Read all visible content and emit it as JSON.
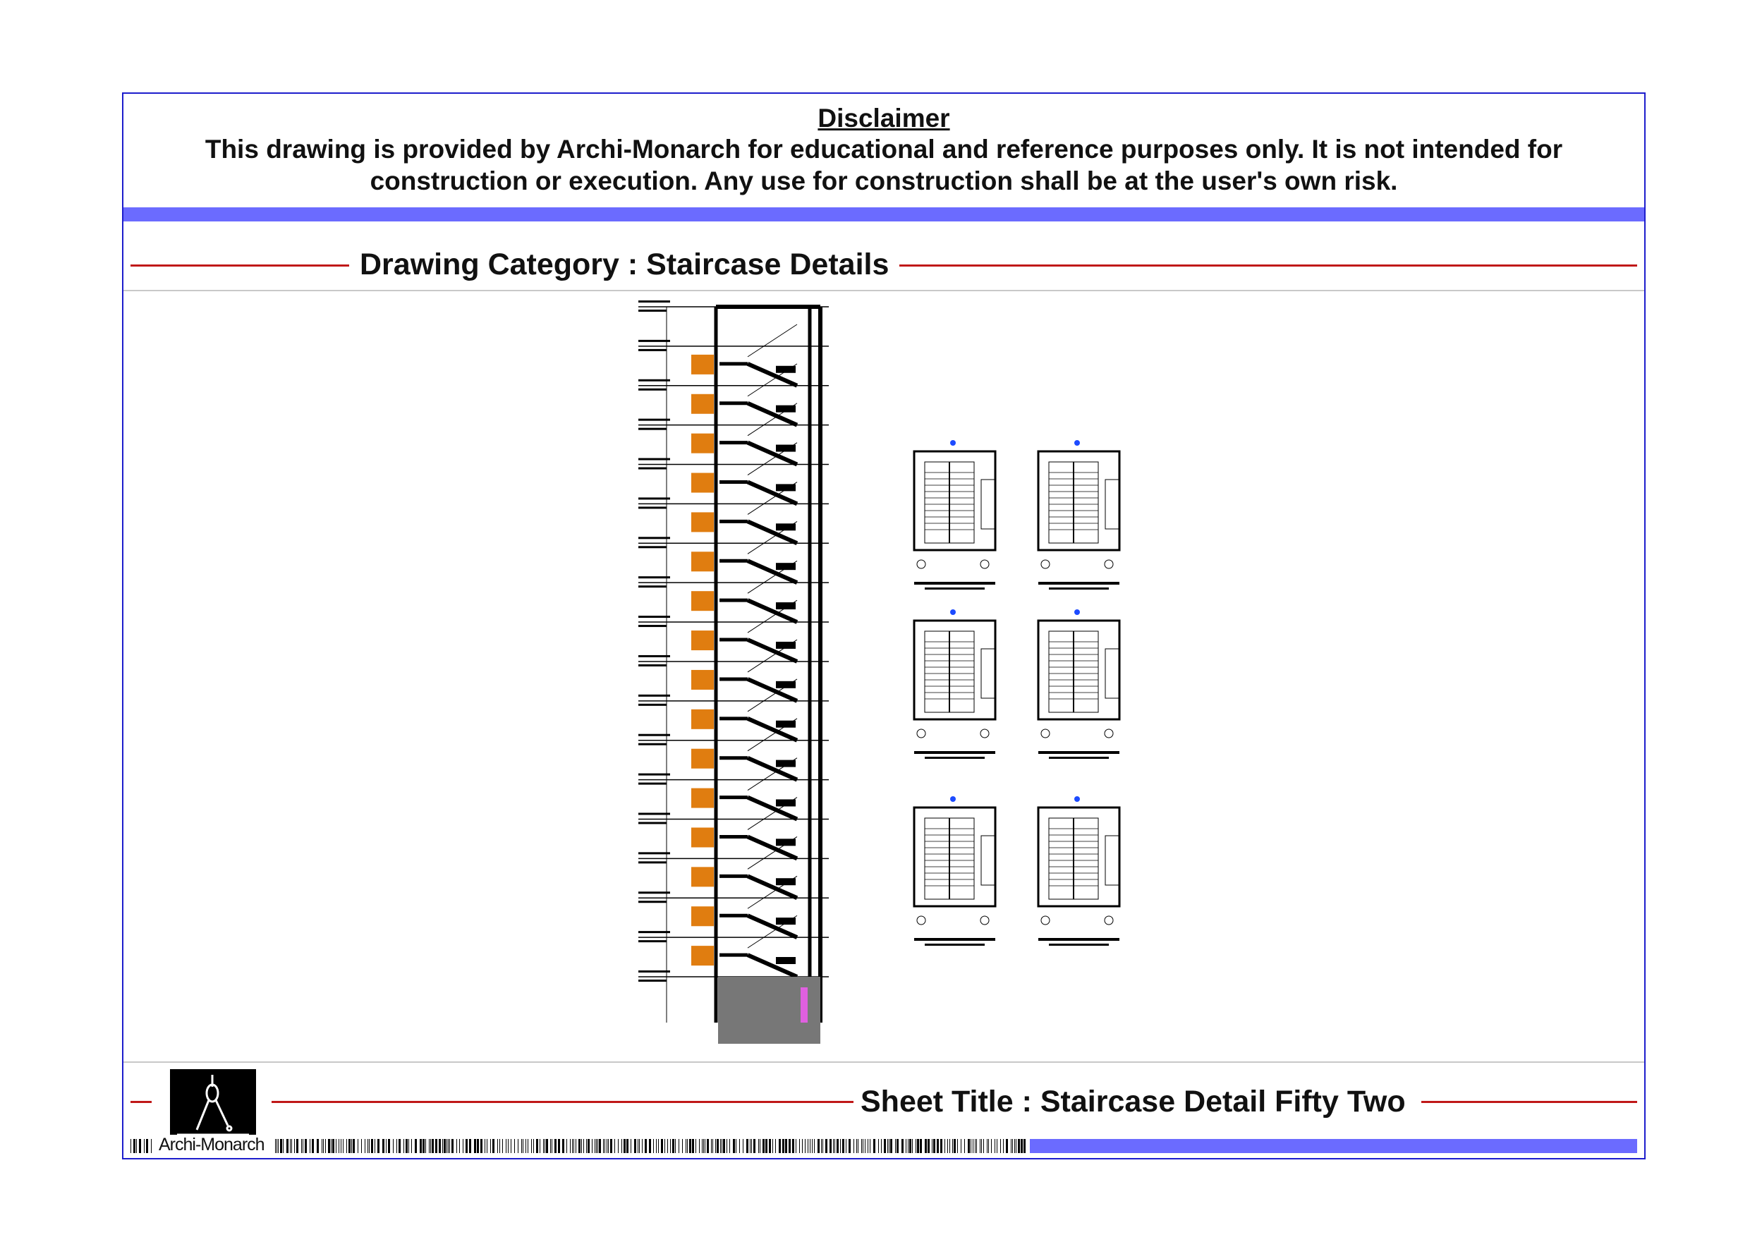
{
  "disclaimer": {
    "title": "Disclaimer",
    "text": "This drawing is provided by Archi-Monarch for educational and reference purposes only. It is not intended for construction or execution. Any use for construction shall be at the user's own risk."
  },
  "category": {
    "label": "Drawing Category : Staircase Details"
  },
  "sheet": {
    "title": "Sheet Title : Staircase Detail Fifty Two"
  },
  "brand": {
    "name": "Archi-Monarch",
    "logo_icon": "compass-divider-icon"
  },
  "colors": {
    "frame": "#1d1dcc",
    "bar": "#6b6bff",
    "rule": "#c01818",
    "tag": "#e07d10"
  }
}
